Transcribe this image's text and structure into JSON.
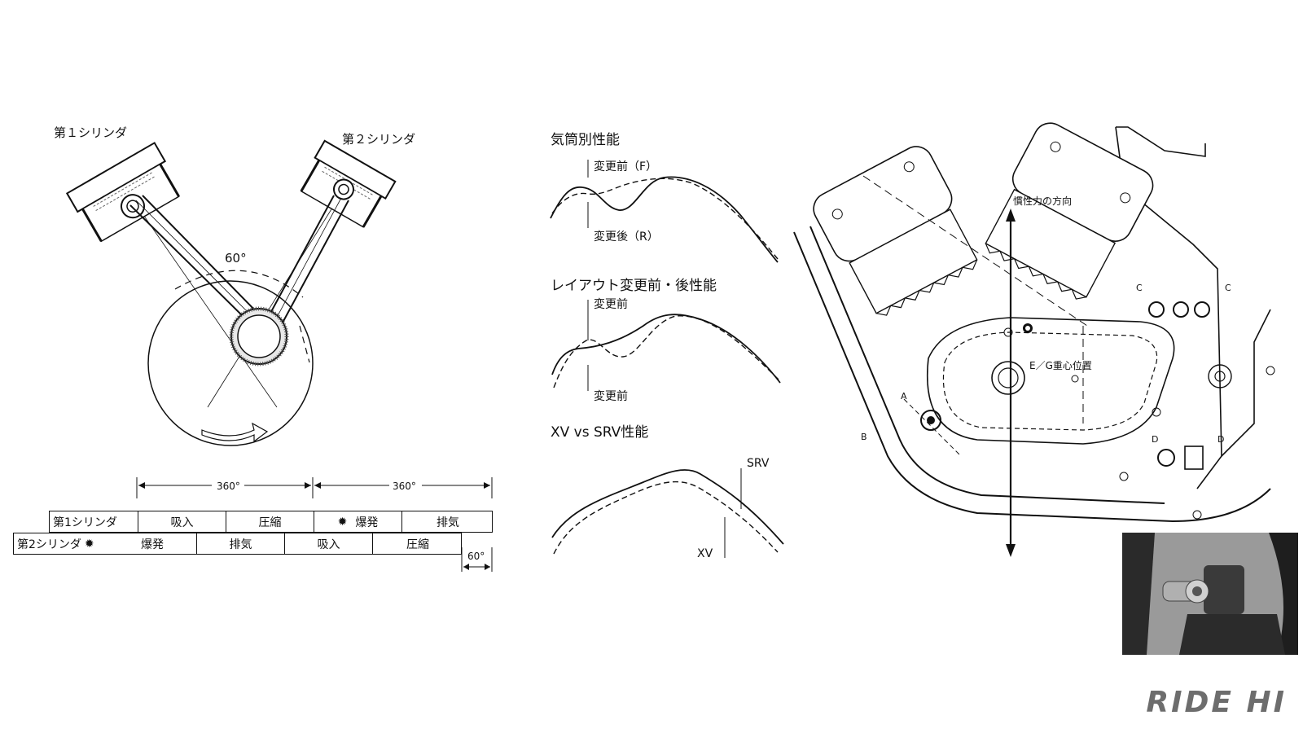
{
  "left_diagram": {
    "cyl1_label": "第１シリンダ",
    "cyl2_label": "第２シリンダ",
    "angle_label": "60°"
  },
  "timing_table": {
    "dim_360_a": "360°",
    "dim_360_b": "360°",
    "dim_60": "60°",
    "row1": {
      "label": "第1シリンダ",
      "cells": [
        "吸入",
        "圧縮",
        "爆発",
        "排気"
      ]
    },
    "row2": {
      "label": "第2シリンダ",
      "cells": [
        "爆発",
        "排気",
        "吸入",
        "圧縮"
      ]
    }
  },
  "graphs": {
    "g1": {
      "title": "気筒別性能",
      "label_top": "変更前（F）",
      "label_bottom": "変更後（R）"
    },
    "g2": {
      "title": "レイアウト変更前・後性能",
      "label_top": "変更前",
      "label_bottom": "変更前"
    },
    "g3": {
      "title": "XV vs  SRV性能",
      "label_srv": "SRV",
      "label_xv": "XV"
    }
  },
  "engine": {
    "inertia_label": "慣性力の方向",
    "cg_label": "E／G重心位置",
    "marks": {
      "a": "A",
      "b": "B",
      "c1": "C",
      "c2": "C",
      "d1": "D",
      "d2": "D"
    }
  },
  "brand": {
    "logo": "RIDE HI"
  }
}
